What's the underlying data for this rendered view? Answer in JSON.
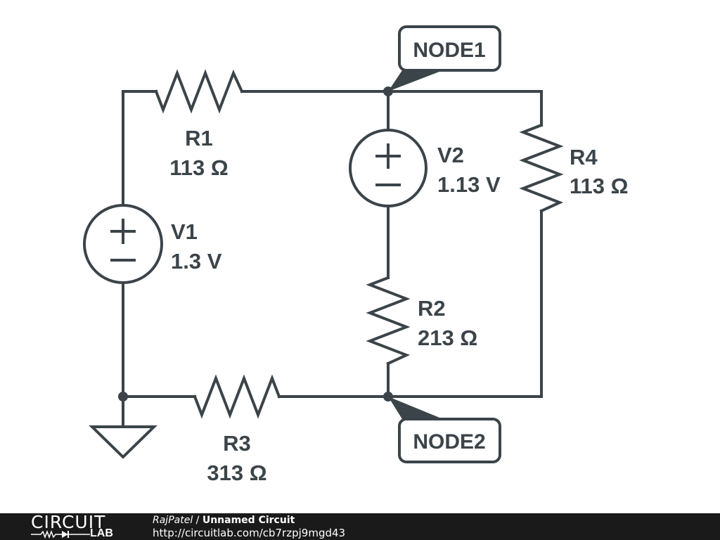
{
  "schematic": {
    "components": {
      "R1": {
        "name": "R1",
        "value": "113 Ω"
      },
      "R2": {
        "name": "R2",
        "value": "213 Ω"
      },
      "R3": {
        "name": "R3",
        "value": "313 Ω"
      },
      "R4": {
        "name": "R4",
        "value": "113 Ω"
      },
      "V1": {
        "name": "V1",
        "value": "1.3 V"
      },
      "V2": {
        "name": "V2",
        "value": "1.13 V"
      }
    },
    "nodes": {
      "node1": "NODE1",
      "node2": "NODE2"
    },
    "colors": {
      "stroke": "#3b4449",
      "background": "#ffffff"
    }
  },
  "footer": {
    "logo_top": "CIRCUIT",
    "logo_bottom": "LAB",
    "user": "RajPatel",
    "separator": " / ",
    "circuit_title": "Unnamed Circuit",
    "url": "http://circuitlab.com/cb7rzpj9mgd43",
    "background": "#1a1a1a"
  }
}
